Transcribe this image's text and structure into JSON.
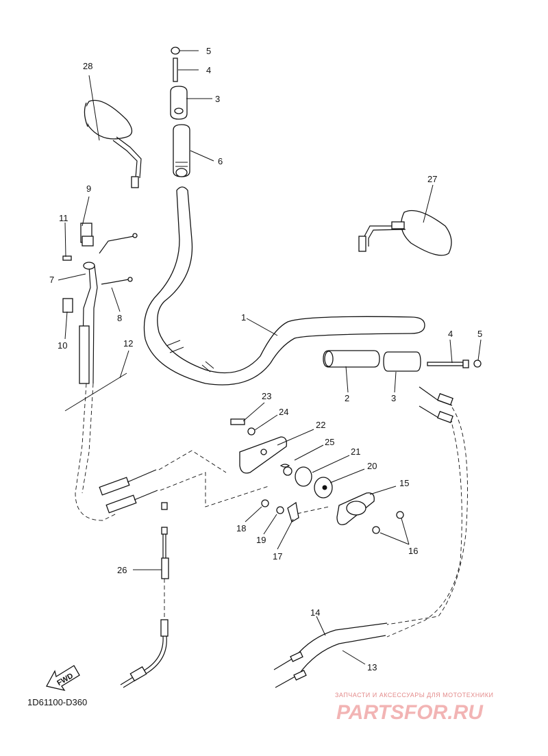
{
  "diagram_code": "1D61100-D360",
  "fwd_label": "FWD",
  "watermark": {
    "caption": "ЗАПЧАСТИ И АКСЕССУАРЫ ДЛЯ МОТОТЕХНИКИ",
    "logo": "PARTSFOR.RU"
  },
  "callouts": [
    "1",
    "2",
    "3",
    "3",
    "4",
    "4",
    "5",
    "5",
    "6",
    "7",
    "8",
    "9",
    "10",
    "11",
    "12",
    "13",
    "14",
    "15",
    "16",
    "17",
    "18",
    "19",
    "20",
    "21",
    "22",
    "23",
    "24",
    "25",
    "26",
    "27",
    "28"
  ],
  "colors": {
    "line": "#111111",
    "background": "#ffffff",
    "watermark": "#e38a8a"
  }
}
